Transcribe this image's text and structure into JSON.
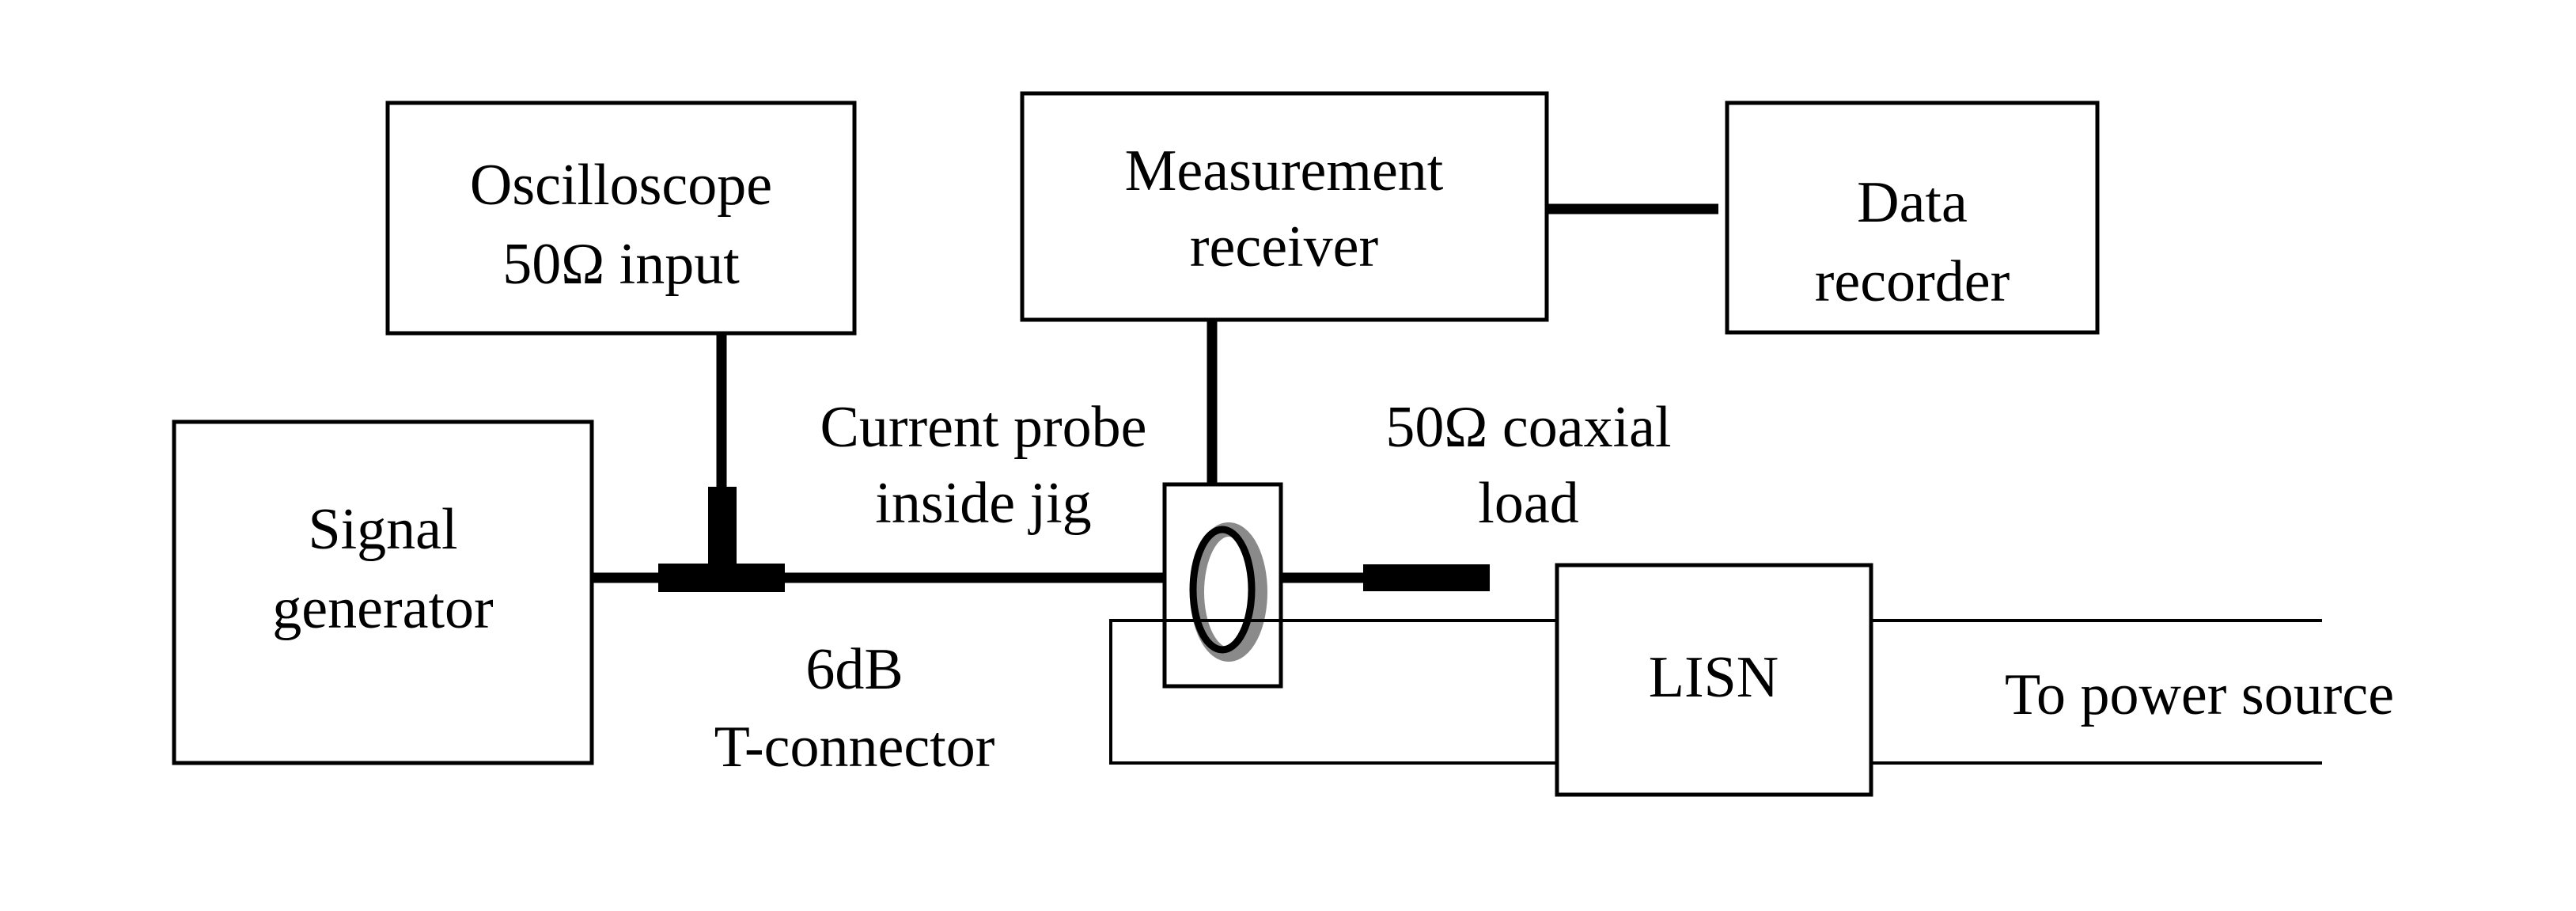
{
  "diagram": {
    "blocks": {
      "oscilloscope": {
        "line1": "Oscilloscope",
        "line2": "50Ω input"
      },
      "measurement_receiver": {
        "line1": "Measurement",
        "line2": "receiver"
      },
      "data_recorder": {
        "line1": "Data",
        "line2": "recorder"
      },
      "signal_generator": {
        "line1": "Signal",
        "line2": "generator"
      },
      "lisn": {
        "label": "LISN"
      }
    },
    "labels": {
      "current_probe": {
        "line1": "Current probe",
        "line2": "inside jig"
      },
      "coaxial_load": {
        "line1": "50Ω coaxial",
        "line2": "load"
      },
      "t_connector": {
        "line1": "6dB",
        "line2": "T-connector"
      },
      "power_source": "To power source"
    },
    "colors": {
      "line": "#000000",
      "background": "#ffffff",
      "probe_ring_shade": "#8a8a8a"
    }
  }
}
